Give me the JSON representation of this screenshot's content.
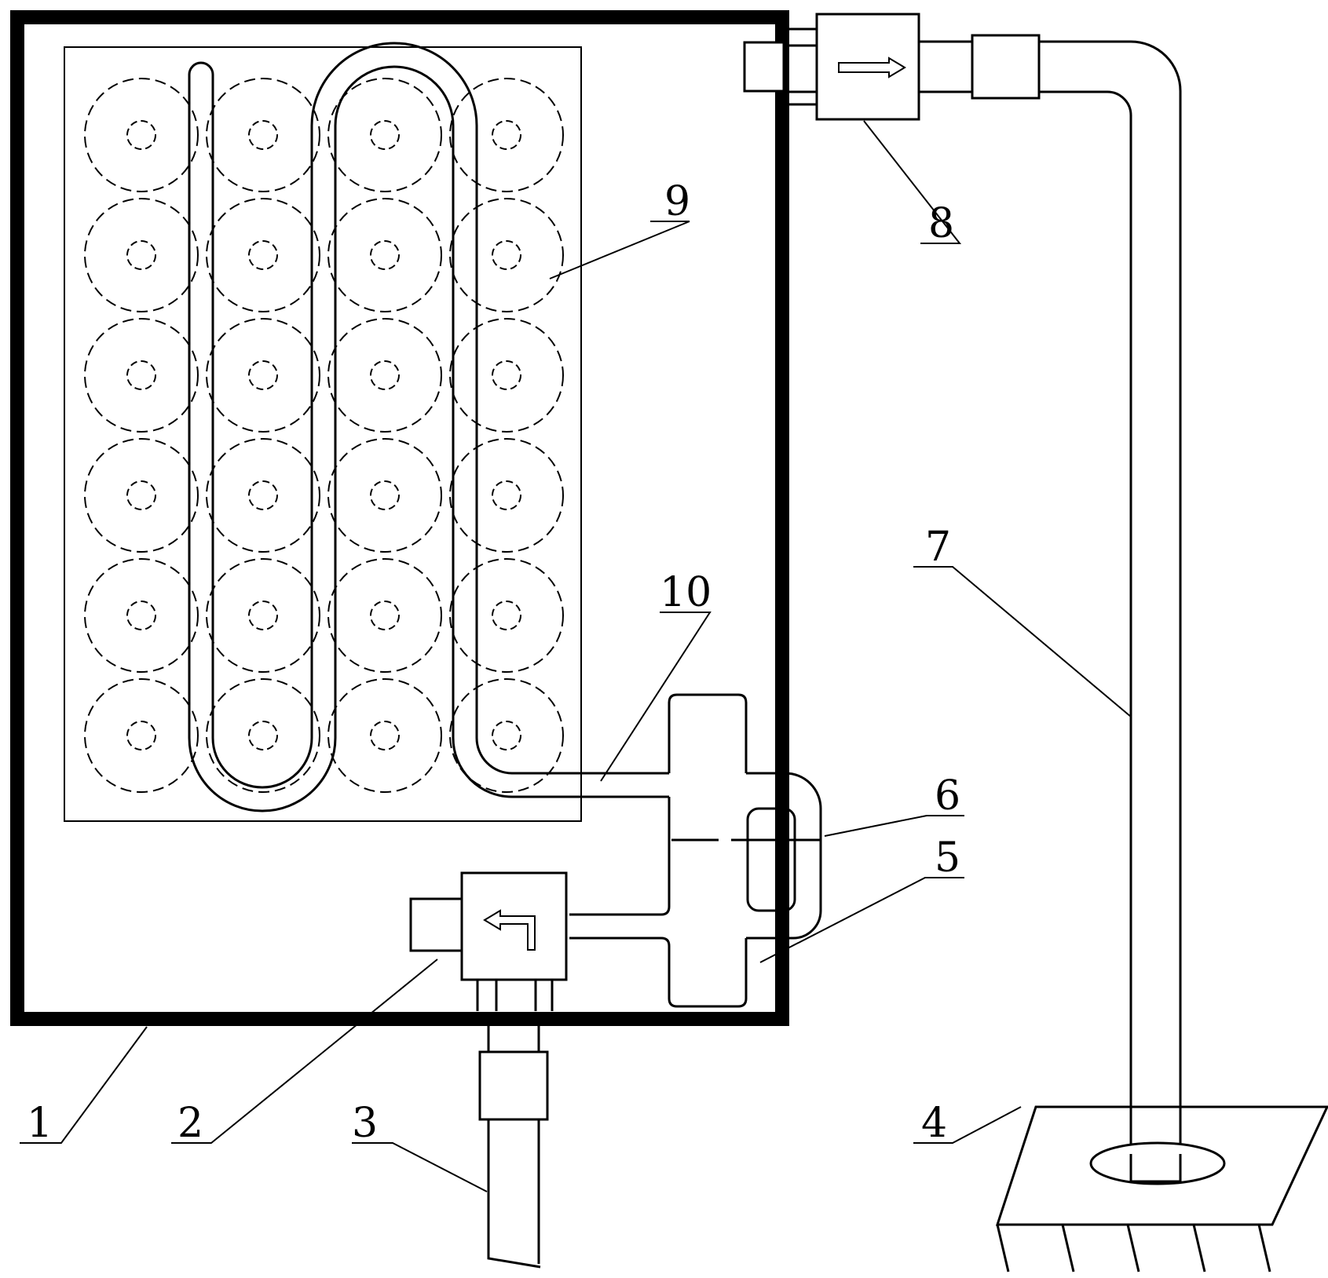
{
  "colors": {
    "line": "#000000",
    "background": "#ffffff",
    "frame": "#000000"
  },
  "labels": {
    "l1": "1",
    "l2": "2",
    "l3": "3",
    "l4": "4",
    "l5": "5",
    "l6": "6",
    "l7": "7",
    "l8": "8",
    "l9": "9",
    "l10": "10"
  },
  "grid": {
    "rows": 6,
    "cols": 4
  },
  "arrows": {
    "valve_top": "right-arrow-icon",
    "valve_bottom": "return-arrow-icon"
  }
}
